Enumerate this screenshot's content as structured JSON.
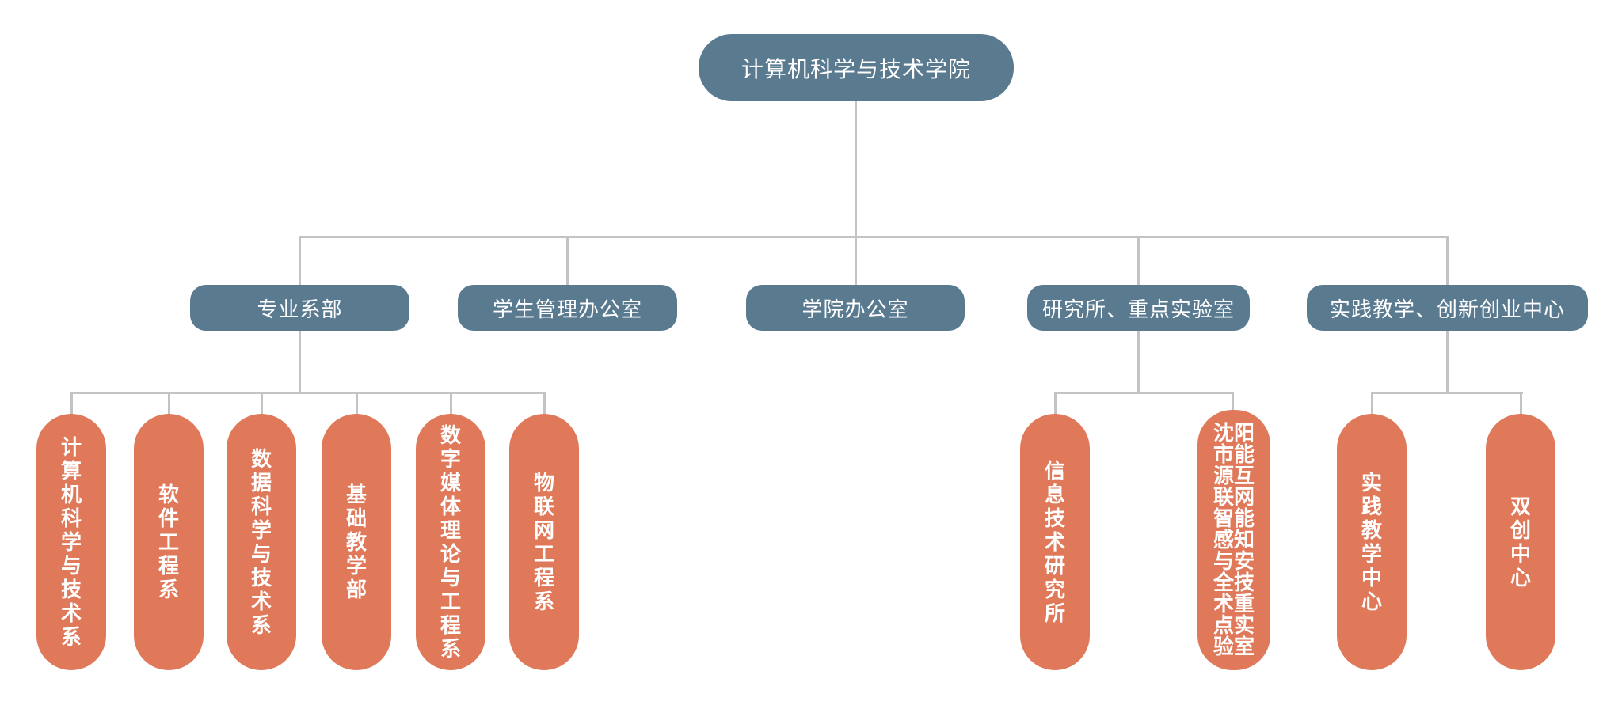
{
  "root": {
    "label": "计算机科学与技术学院"
  },
  "level2": [
    {
      "id": "departments",
      "label": "专业系部"
    },
    {
      "id": "student-office",
      "label": "学生管理办公室"
    },
    {
      "id": "college-office",
      "label": "学院办公室"
    },
    {
      "id": "research",
      "label": "研究所、重点实验室"
    },
    {
      "id": "practice",
      "label": "实践教学、创新创业中心"
    }
  ],
  "level3": {
    "departments": [
      "计算机科学与技术系",
      "软件工程系",
      "数据科学与技术系",
      "基础教学部",
      "数字媒体理论与工程系",
      "物联网工程系"
    ],
    "research": [
      "信息技术研究所",
      "沈阳市能源互联网智能感知与安全技术重点实验室"
    ],
    "practice": [
      "实践教学中心",
      "双创中心"
    ]
  },
  "colors": {
    "node_blue": "#5a7a90",
    "node_orange": "#df795a",
    "connector": "#c3c3c3",
    "text": "#ffffff"
  }
}
